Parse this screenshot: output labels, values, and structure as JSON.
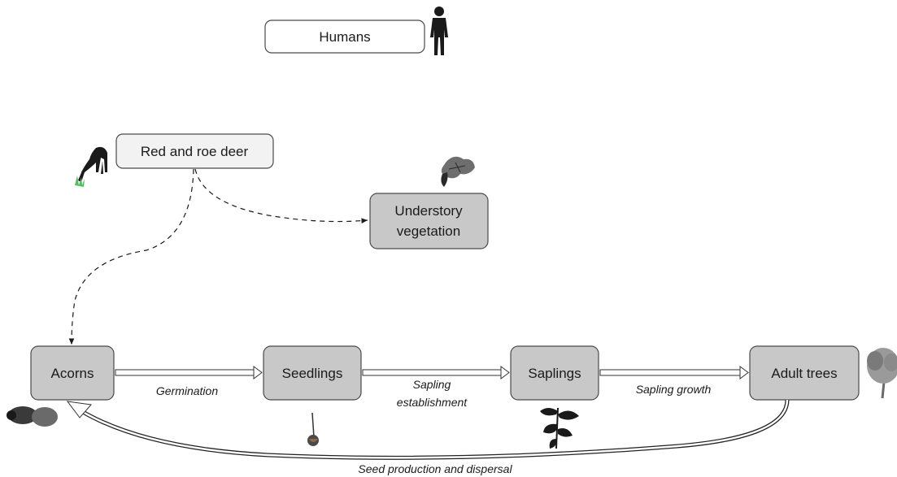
{
  "nodes": {
    "humans": "Humans",
    "deer": "Red and roe deer",
    "understory": [
      "Understory",
      "vegetation"
    ],
    "acorns": "Acorns",
    "seedlings": "Seedlings",
    "saplings": "Saplings",
    "adult_trees": "Adult trees"
  },
  "edges": {
    "germination": "Germination",
    "sapling_establishment": [
      "Sapling",
      "establishment"
    ],
    "sapling_growth": "Sapling growth",
    "seed_production": "Seed production and dispersal"
  },
  "colors": {
    "node_fill": "#c8c8c8",
    "node_fill_light": "#f2f2f2",
    "stroke": "#4a4a4a",
    "silhouette": "#1a1a1a",
    "grass": "#5cb85c"
  },
  "icons": [
    "human-silhouette-icon",
    "deer-icon",
    "leaf-icon",
    "acorn-icon",
    "seedling-icon",
    "sapling-icon",
    "tree-icon"
  ]
}
